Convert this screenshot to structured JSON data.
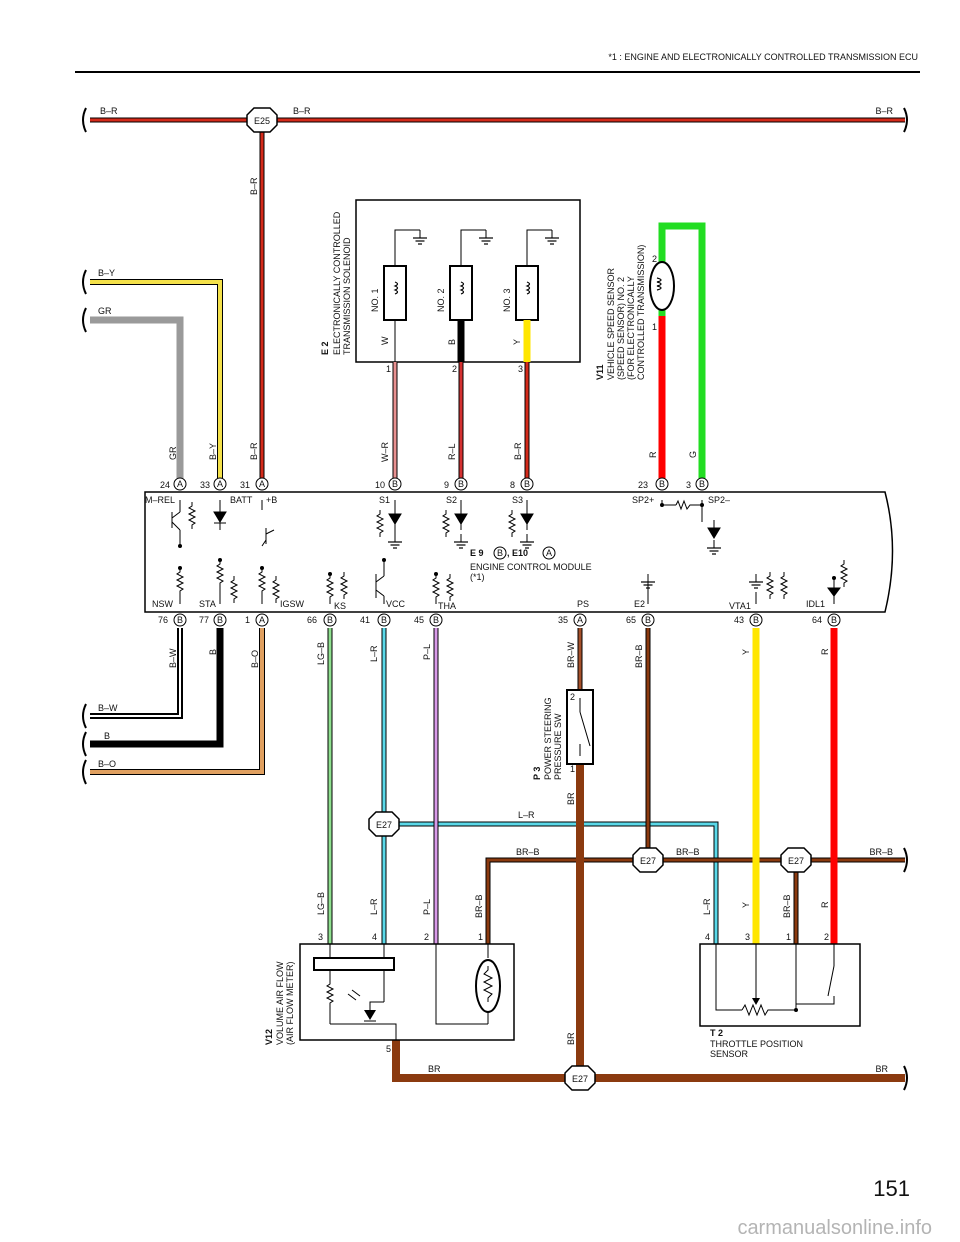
{
  "header": {
    "note": "*1 : ENGINE AND ELECTRONICALLY CONTROLLED TRANSMISSION ECU"
  },
  "page_number": "151",
  "watermark": "carmanualsonline.info",
  "colors": {
    "B-R": "#d42a1a",
    "B-Y": "#f4e14a",
    "GR": "#9a9a9a",
    "B-W": "#ffffff",
    "B": "#000000",
    "B-O": "#e0a060",
    "W-R": "#e89090",
    "R-L": "#d43030",
    "L-R": "#5ad8e8",
    "LG-B": "#8fe08f",
    "P-L": "#d89ae8",
    "BR": "#8b3a0f",
    "BR-W": "#a5502a",
    "BR-B": "#8b3a0f",
    "R": "#ff0000",
    "G": "#22dd22",
    "Y": "#ffe600",
    "W": "#ffffff"
  },
  "top_bus": {
    "left_label": "B–R",
    "mid_label": "B–R",
    "right_label": "B–R",
    "junction": "E25",
    "drop_label": "B–R"
  },
  "left_feeds": {
    "by": "B–Y",
    "gr": "GR",
    "bw": "B–W",
    "b": "B",
    "bo": "B–O"
  },
  "ecm": {
    "title_e9": "E 9",
    "conn_b": "B",
    "sep": ", E10",
    "conn_a": "A",
    "name": "ENGINE CONTROL MODULE",
    "note": "(*1)",
    "top_terms": [
      {
        "pin": "24",
        "conn": "A",
        "name": "M–REL",
        "wire": "GR"
      },
      {
        "pin": "33",
        "conn": "A",
        "name": "BATT",
        "wire": "B–Y"
      },
      {
        "pin": "31",
        "conn": "A",
        "name": "+B",
        "wire": "B–R"
      },
      {
        "pin": "10",
        "conn": "B",
        "name": "S1",
        "wire": "W–R"
      },
      {
        "pin": "9",
        "conn": "B",
        "name": "S2",
        "wire": "R–L"
      },
      {
        "pin": "8",
        "conn": "B",
        "name": "S3",
        "wire": "B–R"
      },
      {
        "pin": "23",
        "conn": "B",
        "name": "SP2+",
        "wire": "R"
      },
      {
        "pin": "3",
        "conn": "B",
        "name": "SP2–",
        "wire": "G"
      }
    ],
    "bottom_terms": [
      {
        "pin": "76",
        "conn": "B",
        "name": "NSW",
        "wire": "B–W"
      },
      {
        "pin": "77",
        "conn": "B",
        "name": "STA",
        "wire": "B"
      },
      {
        "pin": "1",
        "conn": "A",
        "name": "IGSW",
        "wire": "B–O"
      },
      {
        "pin": "66",
        "conn": "B",
        "name": "KS",
        "wire": "LG–B"
      },
      {
        "pin": "41",
        "conn": "B",
        "name": "VCC",
        "wire": "L–R"
      },
      {
        "pin": "45",
        "conn": "B",
        "name": "THA",
        "wire": "P–L"
      },
      {
        "pin": "35",
        "conn": "A",
        "name": "PS",
        "wire": "BR–W"
      },
      {
        "pin": "65",
        "conn": "B",
        "name": "E2",
        "wire": "BR–B"
      },
      {
        "pin": "43",
        "conn": "B",
        "name": "VTA1",
        "wire": "Y"
      },
      {
        "pin": "64",
        "conn": "B",
        "name": "IDL1",
        "wire": "R"
      }
    ]
  },
  "solenoid": {
    "code": "E 2",
    "name1": "ELECTRONICALLY CONTROLLED",
    "name2": "TRANSMISSION SOLENOID",
    "coils": [
      {
        "name": "NO. 1",
        "wire": "W",
        "pin": "1"
      },
      {
        "name": "NO. 2",
        "wire": "B",
        "pin": "2"
      },
      {
        "name": "NO. 3",
        "wire": "Y",
        "pin": "3"
      }
    ]
  },
  "speed_sensor": {
    "code": "V11",
    "l1": "VEHICLE SPEED SENSOR",
    "l2": "(SPEED SENSOR) NO. 2",
    "l3": "(FOR ELECTRONICALLY",
    "l4": "CONTROLLED TRANSMISSION)",
    "pin_top": "2",
    "pin_bot": "1",
    "wire_r": "R",
    "wire_g": "G"
  },
  "ps_switch": {
    "code": "P 3",
    "l1": "POWER STEERING",
    "l2": "PRESSURE SW",
    "pin_top": "2",
    "pin_bot": "1",
    "wire_down": "BR"
  },
  "e27": "E27",
  "bus_labels": {
    "lr": "L–R",
    "brb_left": "BR–B",
    "brb_mid": "BR–B",
    "brb_right": "BR–B",
    "br_left": "BR",
    "br_right": "BR",
    "br_drop": "BR"
  },
  "airflow": {
    "code": "V12",
    "l1": "VOLUME AIR FLOW",
    "l2": "(AIR FLOW METER)",
    "pins": [
      {
        "pin": "3",
        "wire": "LG–B"
      },
      {
        "pin": "4",
        "wire": "L–R"
      },
      {
        "pin": "2",
        "wire": "P–L"
      },
      {
        "pin": "1",
        "wire": "BR–B"
      }
    ],
    "pin_ground": "5"
  },
  "throttle": {
    "code": "T 2",
    "l1": "THROTTLE POSITION",
    "l2": "SENSOR",
    "pins": [
      {
        "pin": "4",
        "wire": "L–R"
      },
      {
        "pin": "3",
        "wire": "Y"
      },
      {
        "pin": "1",
        "wire": "BR–B"
      },
      {
        "pin": "2",
        "wire": "R"
      }
    ]
  }
}
